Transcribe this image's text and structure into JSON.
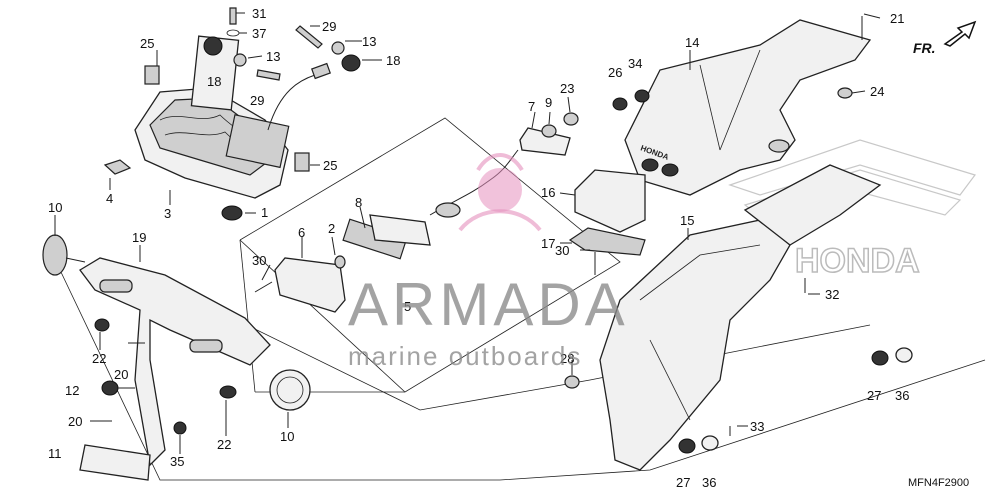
{
  "diagram": {
    "code": "MFN4F2900",
    "direction": "FR.",
    "brand_mark": "HONDA",
    "part_stamp": "HONDA",
    "callouts": [
      "1",
      "2",
      "3",
      "4",
      "5",
      "6",
      "7",
      "8",
      "9",
      "10",
      "11",
      "12",
      "13",
      "14",
      "15",
      "16",
      "17",
      "18",
      "19",
      "20",
      "21",
      "22",
      "23",
      "24",
      "25",
      "26",
      "27",
      "28",
      "29",
      "30",
      "31",
      "32",
      "33",
      "34",
      "35",
      "36",
      "37"
    ]
  },
  "watermark": {
    "name": "ARMADA",
    "tagline": "marine outboards",
    "accent_color": "#e58fbd"
  }
}
